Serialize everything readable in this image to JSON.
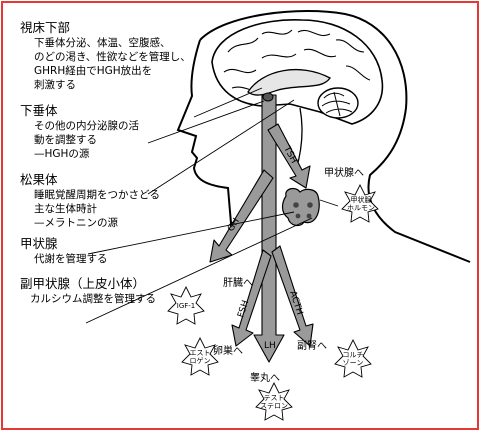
{
  "colors": {
    "frame": "#e53935",
    "arrow": "#9a9a9a",
    "ink": "#000000"
  },
  "sections": [
    {
      "title": "視床下部",
      "lines": [
        "下垂体分泌、体温、空腹感、",
        "のどの渇き、性欲などを管理し、",
        "GHRH経由でHGH放出を",
        "刺激する"
      ]
    },
    {
      "title": "下垂体",
      "lines": [
        "その他の内分泌腺の活",
        "動を調整する",
        "—HGHの源"
      ]
    },
    {
      "title": "松果体",
      "lines": [
        "睡眠覚醒周期をつかさどる",
        "主な生体時計",
        "—メラトニンの源"
      ]
    },
    {
      "title": "甲状腺",
      "lines": [
        "代謝を管理する"
      ]
    },
    {
      "title": "副甲状腺（上皮小体）",
      "lines": [
        "カルシウム調整を管理する"
      ]
    }
  ],
  "targets": {
    "thyroid": "甲状腺へ",
    "liver": "肝臓へ",
    "ovary": "卵巣へ",
    "adrenal": "副腎へ",
    "testis": "睾丸へ"
  },
  "hormones": {
    "thyroid_hormone": [
      "甲状腺",
      "ホルモン"
    ],
    "igf1": [
      "IGF-1"
    ],
    "estrogen": [
      "エスト",
      "ロゲン"
    ],
    "cortisone": [
      "コルチ",
      "ゾーン"
    ],
    "testosterone": [
      "テスト",
      "ステロン"
    ]
  },
  "arrow_labels": {
    "tsh": "TSH",
    "gh": "GH",
    "lh": "LH",
    "fsh": "FSH",
    "acth": "ACTH"
  }
}
